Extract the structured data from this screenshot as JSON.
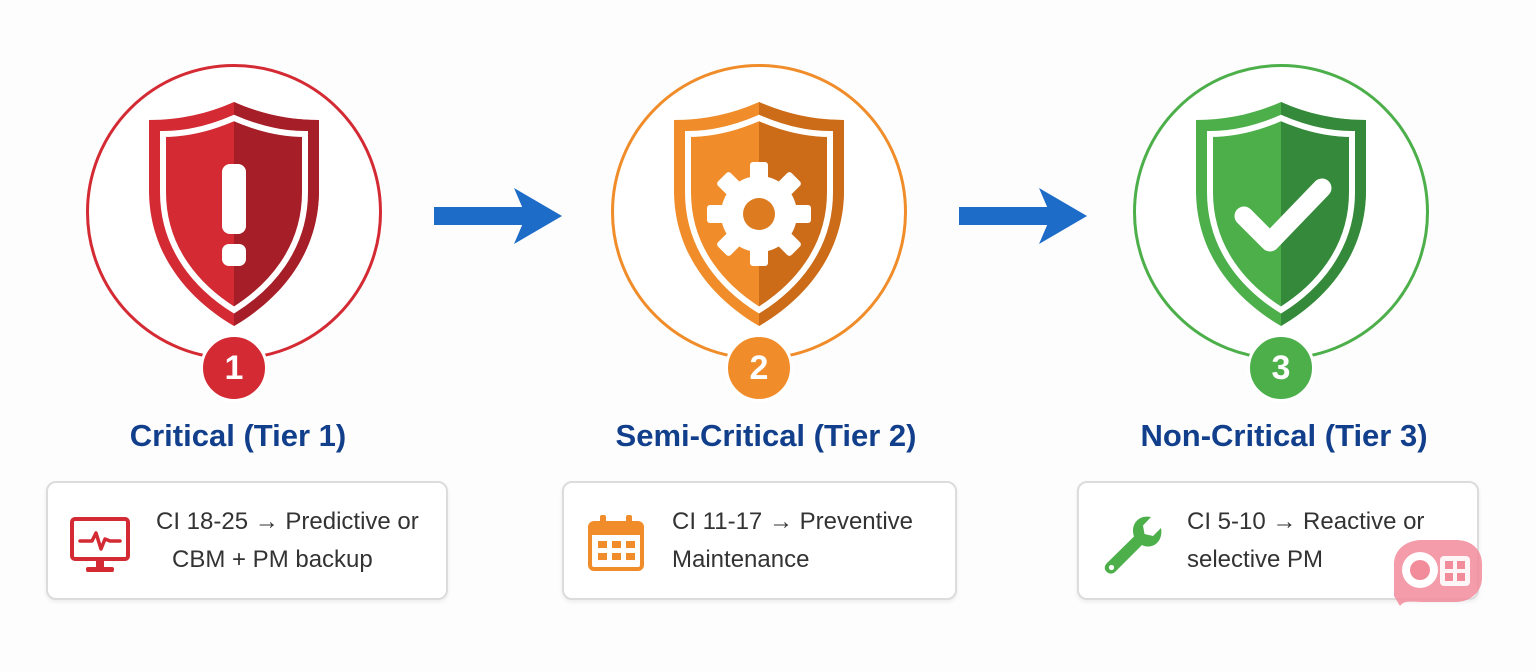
{
  "colors": {
    "critical": "#d42a33",
    "critical_dark": "#a61e27",
    "semi": "#f08d2a",
    "semi_dark": "#cc6b18",
    "non": "#4caf4a",
    "non_dark": "#35893a",
    "title_blue": "#123f8c",
    "arrow_blue": "#1c6cc8",
    "watermark_pink": "#f28b9a"
  },
  "tiers": [
    {
      "number": "1",
      "title": "Critical (Tier 1)",
      "icon": "exclamation-icon",
      "card_icon": "monitor-heartbeat-icon",
      "lines": [
        "CI 18-25 → Predictive or",
        "CBM + PM backup"
      ]
    },
    {
      "number": "2",
      "title": "Semi-Critical (Tier 2)",
      "icon": "gear-icon",
      "card_icon": "calendar-icon",
      "lines": [
        "CI 11-17 → Preventive",
        "Maintenance"
      ]
    },
    {
      "number": "3",
      "title": "Non-Critical (Tier 3)",
      "icon": "checkmark-icon",
      "card_icon": "wrench-icon",
      "lines": [
        "CI 5-10 → Reactive or",
        "selective PM"
      ]
    }
  ]
}
